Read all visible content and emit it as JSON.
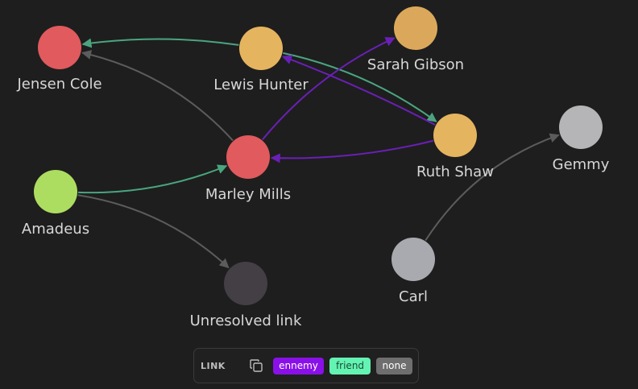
{
  "graph": {
    "nodes": [
      {
        "id": "jensen",
        "label": "Jensen Cole",
        "color": "#e05a5e"
      },
      {
        "id": "lewis",
        "label": "Lewis Hunter",
        "color": "#e5b45f"
      },
      {
        "id": "sarah",
        "label": "Sarah Gibson",
        "color": "#dba85b"
      },
      {
        "id": "ruth",
        "label": "Ruth Shaw",
        "color": "#e5b45f"
      },
      {
        "id": "gemmy",
        "label": "Gemmy",
        "color": "#b5b5b7"
      },
      {
        "id": "marley",
        "label": "Marley Mills",
        "color": "#e05a5e"
      },
      {
        "id": "amadeus",
        "label": "Amadeus",
        "color": "#addd60"
      },
      {
        "id": "carl",
        "label": "Carl",
        "color": "#a9a9b0"
      },
      {
        "id": "unresolved",
        "label": "Unresolved link",
        "color": "#433f45"
      }
    ],
    "edges": [
      {
        "from": "lewis",
        "to": "jensen",
        "type": "friend"
      },
      {
        "from": "lewis",
        "to": "ruth",
        "type": "friend"
      },
      {
        "from": "marley",
        "to": "sarah",
        "type": "ennemy"
      },
      {
        "from": "ruth",
        "to": "lewis",
        "type": "ennemy"
      },
      {
        "from": "ruth",
        "to": "marley",
        "type": "ennemy"
      },
      {
        "from": "marley",
        "to": "jensen",
        "type": "none"
      },
      {
        "from": "amadeus",
        "to": "marley",
        "type": "friend"
      },
      {
        "from": "amadeus",
        "to": "unresolved",
        "type": "none"
      },
      {
        "from": "carl",
        "to": "gemmy",
        "type": "none"
      }
    ],
    "edge_colors": {
      "friend": "#4aa57f",
      "ennemy": "#6b1fb8",
      "none": "#5c5c5c"
    }
  },
  "legend": {
    "title": "LINK",
    "copy_icon": "copy-icon",
    "tags": [
      {
        "id": "ennemy",
        "label": "ennemy",
        "bg": "#8a10e8",
        "fg": "#ffffff"
      },
      {
        "id": "friend",
        "label": "friend",
        "bg": "#63f4b3",
        "fg": "#1e4a36"
      },
      {
        "id": "none",
        "label": "none",
        "bg": "#6e6e6e",
        "fg": "#ffffff"
      }
    ]
  }
}
